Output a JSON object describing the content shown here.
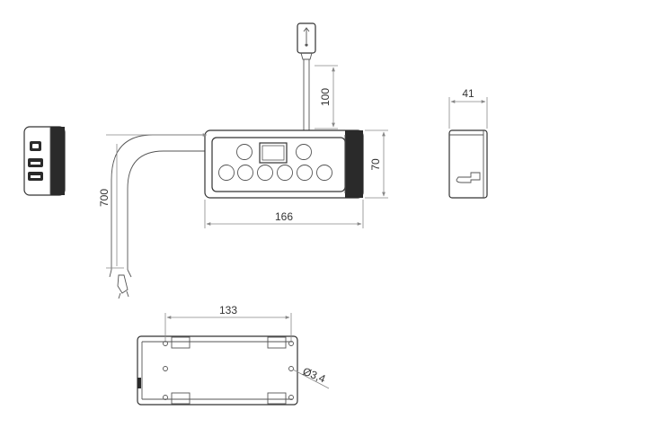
{
  "colors": {
    "line": "#333333",
    "dimension": "#888888",
    "dark_fill": "#2a2a2a",
    "background": "#ffffff"
  },
  "dimensions": {
    "usb_cable_length": "100",
    "side_depth": "41",
    "height": "70",
    "cable_length": "700",
    "width": "166",
    "hole_spacing": "133",
    "hole_diameter": "Ø3,4"
  },
  "icons": [
    "usb-plug-icon",
    "usb-port-icon",
    "button-icon",
    "display-icon"
  ]
}
